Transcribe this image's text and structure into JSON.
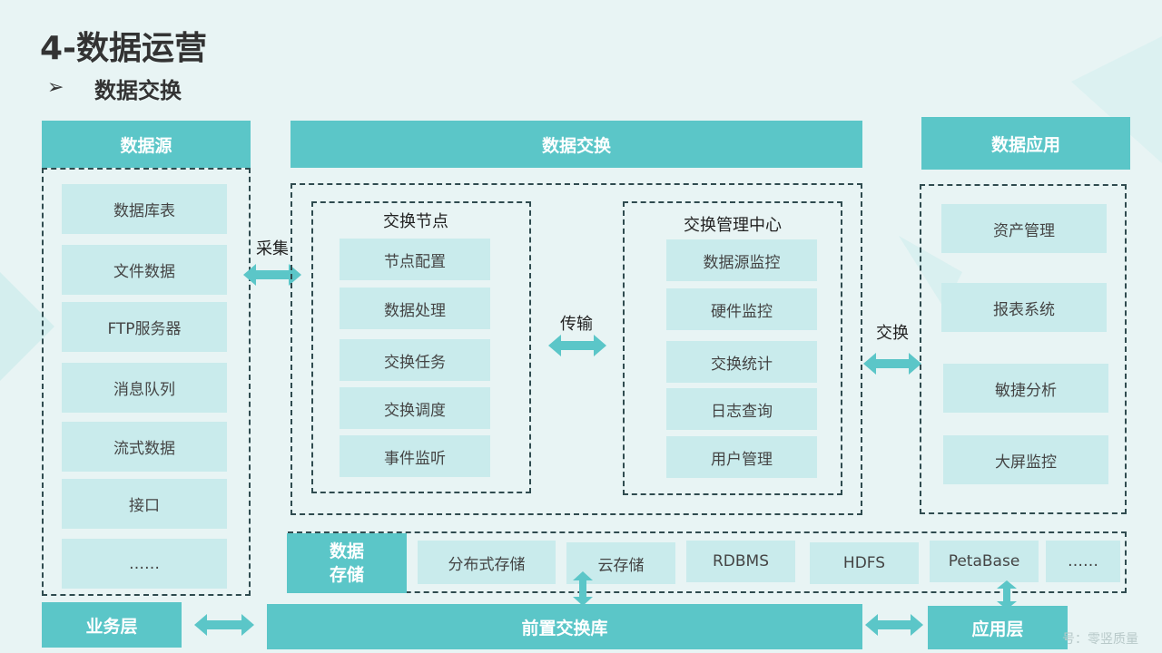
{
  "page": {
    "title": "4-数据运营",
    "subtitle_bullet": "➢",
    "subtitle": "数据交换",
    "watermark": "号：零竖质量"
  },
  "source": {
    "header": "数据源",
    "items": [
      "数据库表",
      "文件数据",
      "FTP服务器",
      "消息队列",
      "流式数据",
      "接口",
      "……"
    ]
  },
  "exchange": {
    "header": "数据交换",
    "node": {
      "title": "交换节点",
      "items": [
        "节点配置",
        "数据处理",
        "交换任务",
        "交换调度",
        "事件监听"
      ]
    },
    "center": {
      "title": "交换管理中心",
      "items": [
        "数据源监控",
        "硬件监控",
        "交换统计",
        "日志查询",
        "用户管理"
      ]
    }
  },
  "application": {
    "header": "数据应用",
    "items": [
      "资产管理",
      "报表系统",
      "敏捷分析",
      "大屏监控"
    ]
  },
  "storage": {
    "label_line1": "数据",
    "label_line2": "存储",
    "items": [
      "分布式存储",
      "云存储",
      "RDBMS",
      "HDFS",
      "PetaBase",
      "……"
    ]
  },
  "bottom": {
    "business": "业务层",
    "front_db": "前置交换库",
    "app_layer": "应用层"
  },
  "arrows": {
    "collect": "采集",
    "transfer": "传输",
    "exchange": "交换"
  },
  "colors": {
    "teal": "#5bc6c8",
    "light": "#c9ebec",
    "background": "#e8f4f4",
    "dash": "#2f4b4f"
  }
}
